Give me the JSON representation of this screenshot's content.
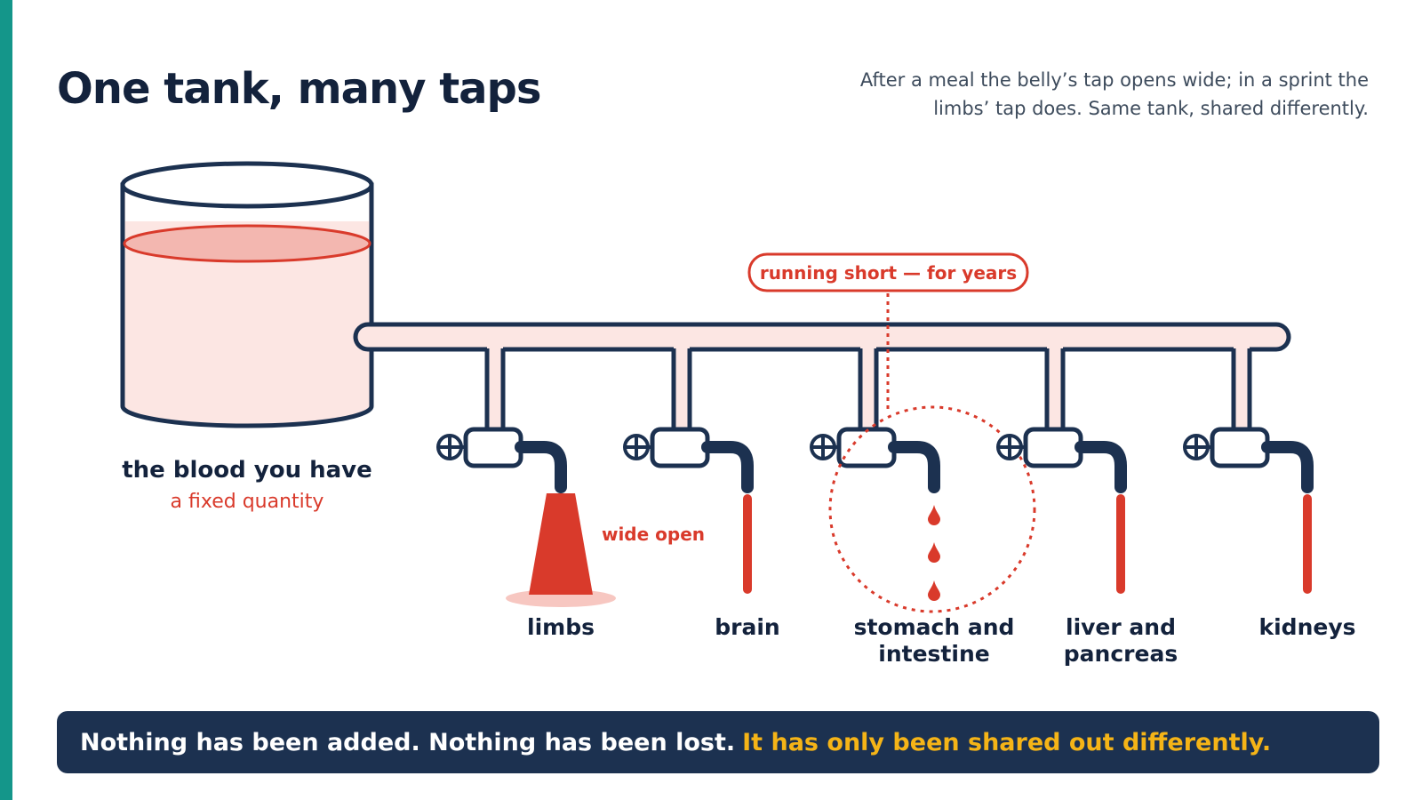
{
  "title": "One tank, many taps",
  "subtitle": "After a meal the belly’s tap opens wide; in a sprint the limbs’ tap does. Same tank, shared differently.",
  "tank": {
    "label": "the blood you have",
    "sublabel": "a fixed quantity"
  },
  "callouts": {
    "running_short": "running short — for years",
    "wide_open": "wide open"
  },
  "taps": [
    {
      "label_lines": [
        "limbs"
      ],
      "state": "wide-open"
    },
    {
      "label_lines": [
        "brain"
      ],
      "state": "steady"
    },
    {
      "label_lines": [
        "stomach and",
        "intestine"
      ],
      "state": "dripping"
    },
    {
      "label_lines": [
        "liver and",
        "pancreas"
      ],
      "state": "steady"
    },
    {
      "label_lines": [
        "kidneys"
      ],
      "state": "steady"
    }
  ],
  "footer": {
    "main": "Nothing has been added. Nothing has been lost.",
    "highlight": "It has only been shared out differently."
  },
  "colors": {
    "accent": "#14968a",
    "navy": "#1c3150",
    "red": "#d93a2b",
    "pink_fill": "#fce6e3",
    "highlight": "#f5b417"
  }
}
